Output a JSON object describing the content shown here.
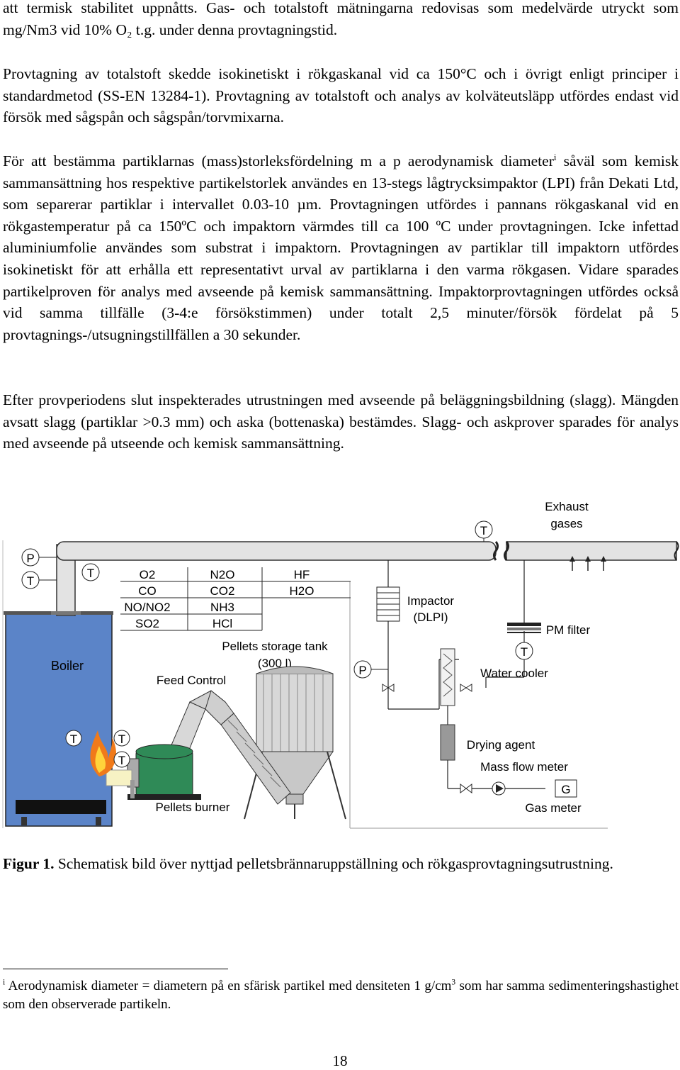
{
  "paragraphs": {
    "p1": "att termisk stabilitet uppnåtts. Gas- och totalstoft mätningarna redovisas som medelvärde utryckt som mg/Nm3 vid 10% O₂ t.g. under denna provtagningstid.",
    "p2": "Provtagning av totalstoft skedde isokinetiskt i rökgaskanal vid ca 150°C och i övrigt enligt principer i standardmetod (SS-EN 13284-1). Provtagning av totalstoft och analys av kolväteutsläpp utfördes endast vid försök med sågspån och sågspån/torvmixarna.",
    "p3a": "För att bestämma partiklarnas (mass)storleksfördelning m a p aerodynamisk diameter",
    "p3_sup": "i",
    "p3b": " såväl som kemisk sammansättning hos respektive partikelstorlek användes en 13-stegs lågtrycksimpaktor (LPI) från Dekati Ltd, som separerar partiklar i intervallet 0.03-10 µm. Provtagningen utfördes i pannans rökgaskanal vid en rökgastemperatur på ca 150ºC och impaktorn värmdes till ca 100 ºC under provtagningen. Icke infettad aluminiumfolie användes som substrat i impaktorn. Provtagningen av partiklar till impaktorn utfördes isokinetiskt för att erhålla ett representativt urval av partiklarna i den varma rökgasen. Vidare sparades partikelproven för analys med avseende på kemisk sammansättning. Impaktorprovtagningen utfördes också vid samma tillfälle (3-4:e försökstimmen) under totalt 2,5 minuter/försök fördelat på 5 provtagnings-/utsugningstillfällen a 30 sekunder.",
    "p4": "Efter provperiodens slut inspekterades utrustningen med avseende på beläggningsbildning (slagg). Mängden avsatt slagg (partiklar >0.3 mm) och aska (bottenaska) bestämdes. Slagg- och askprover sparades för analys med avseende på utseende och kemisk sammansättning."
  },
  "figure": {
    "caption_label": "Figur 1.",
    "caption_text": " Schematisk bild över nyttjad pelletsbrännaruppställning och rökgasprovtagningsutrustning.",
    "labels": {
      "exhaust_line1": "Exhaust",
      "exhaust_line2": "gases",
      "sensor_t": "T",
      "sensor_p": "P",
      "boiler": "Boiler",
      "feed_control": "Feed Control",
      "storage_line1": "Pellets storage tank",
      "storage_line2": "(300 l)",
      "burner": "Pellets burner",
      "impactor_line1": "Impactor",
      "impactor_line2": "(DLPI)",
      "pm_filter": "PM filter",
      "water_cooler": "Water cooler",
      "drying_agent": "Drying agent",
      "mass_flow_meter": "Mass flow meter",
      "gas_meter_symbol": "G",
      "gas_meter": "Gas meter"
    },
    "gas_table": [
      [
        "O2",
        "N2O",
        "HF"
      ],
      [
        "CO",
        "CO2",
        "H2O"
      ],
      [
        "NO/NO2",
        "NH3",
        ""
      ],
      [
        "SO2",
        "HCl",
        ""
      ]
    ],
    "colors": {
      "boiler": "#5b84c8",
      "burner": "#2f8a57",
      "flame": "#f07a1a",
      "pipe": "#e3e3e3",
      "pipe_stroke": "#333333"
    }
  },
  "footnote": {
    "marker": "i",
    "text_a": " Aerodynamisk diameter = diametern på en sfärisk partikel med densiteten 1 g/cm",
    "sup": "3",
    "text_b": " som har samma sedimenteringshastighet som den observerade partikeln."
  },
  "page_number": "18"
}
